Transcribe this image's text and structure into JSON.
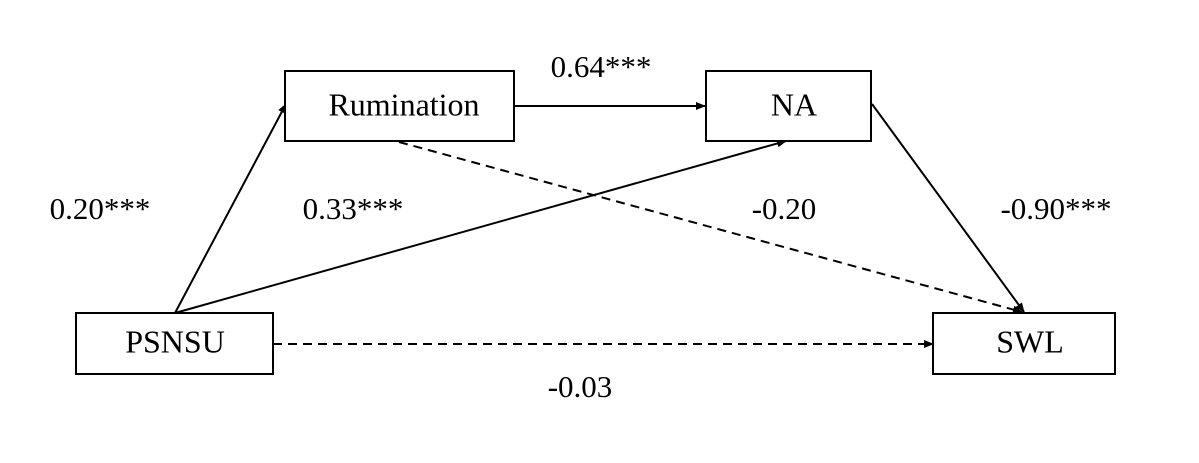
{
  "nodes": {
    "rumination": "Rumination",
    "na": "NA",
    "psnsu": "PSNSU",
    "swl": "SWL"
  },
  "paths": {
    "psnsu_rumination": {
      "label": "0.20***",
      "style": "solid"
    },
    "psnsu_na": {
      "label": "0.33***",
      "style": "solid"
    },
    "rumination_na": {
      "label": "0.64***",
      "style": "solid"
    },
    "rumination_swl": {
      "label": "-0.20",
      "style": "dashed"
    },
    "na_swl": {
      "label": "-0.90***",
      "style": "solid"
    },
    "psnsu_swl": {
      "label": "-0.03",
      "style": "dashed"
    }
  }
}
